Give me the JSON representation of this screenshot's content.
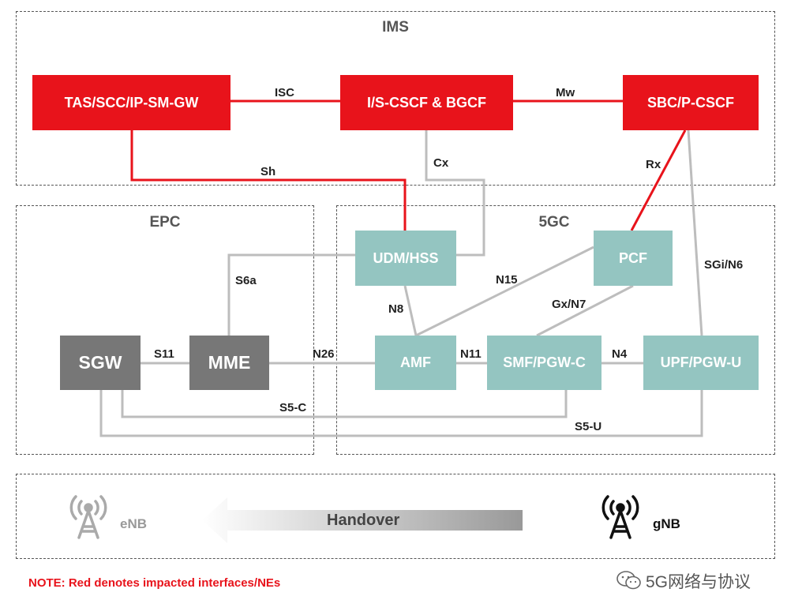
{
  "zones": {
    "ims": "IMS",
    "epc": "EPC",
    "fivegc": "5GC"
  },
  "nodes": {
    "tas": "TAS/SCC/IP-SM-GW",
    "cscf": "I/S-CSCF & BGCF",
    "sbc": "SBC/P-CSCF",
    "udm": "UDM/HSS",
    "pcf": "PCF",
    "sgw": "SGW",
    "mme": "MME",
    "amf": "AMF",
    "smf": "SMF/PGW-C",
    "upf": "UPF/PGW-U"
  },
  "interfaces": {
    "isc": "ISC",
    "mw": "Mw",
    "sh": "Sh",
    "cx": "Cx",
    "rx": "Rx",
    "s6a": "S6a",
    "n15": "N15",
    "sgi_n6": "SGi/N6",
    "n8": "N8",
    "gx_n7": "Gx/N7",
    "s11": "S11",
    "n26": "N26",
    "n11": "N11",
    "n4": "N4",
    "s5c": "S5-C",
    "s5u": "S5-U"
  },
  "ran": {
    "enb": "eNB",
    "gnb": "gNB",
    "handover": "Handover"
  },
  "note": "NOTE: Red denotes impacted interfaces/NEs",
  "watermark": "5G网络与协议",
  "colors": {
    "impacted": "#e8131b",
    "core_nf": "#94c5c1",
    "epc_node": "#777777",
    "link": "#bdbdbd"
  }
}
